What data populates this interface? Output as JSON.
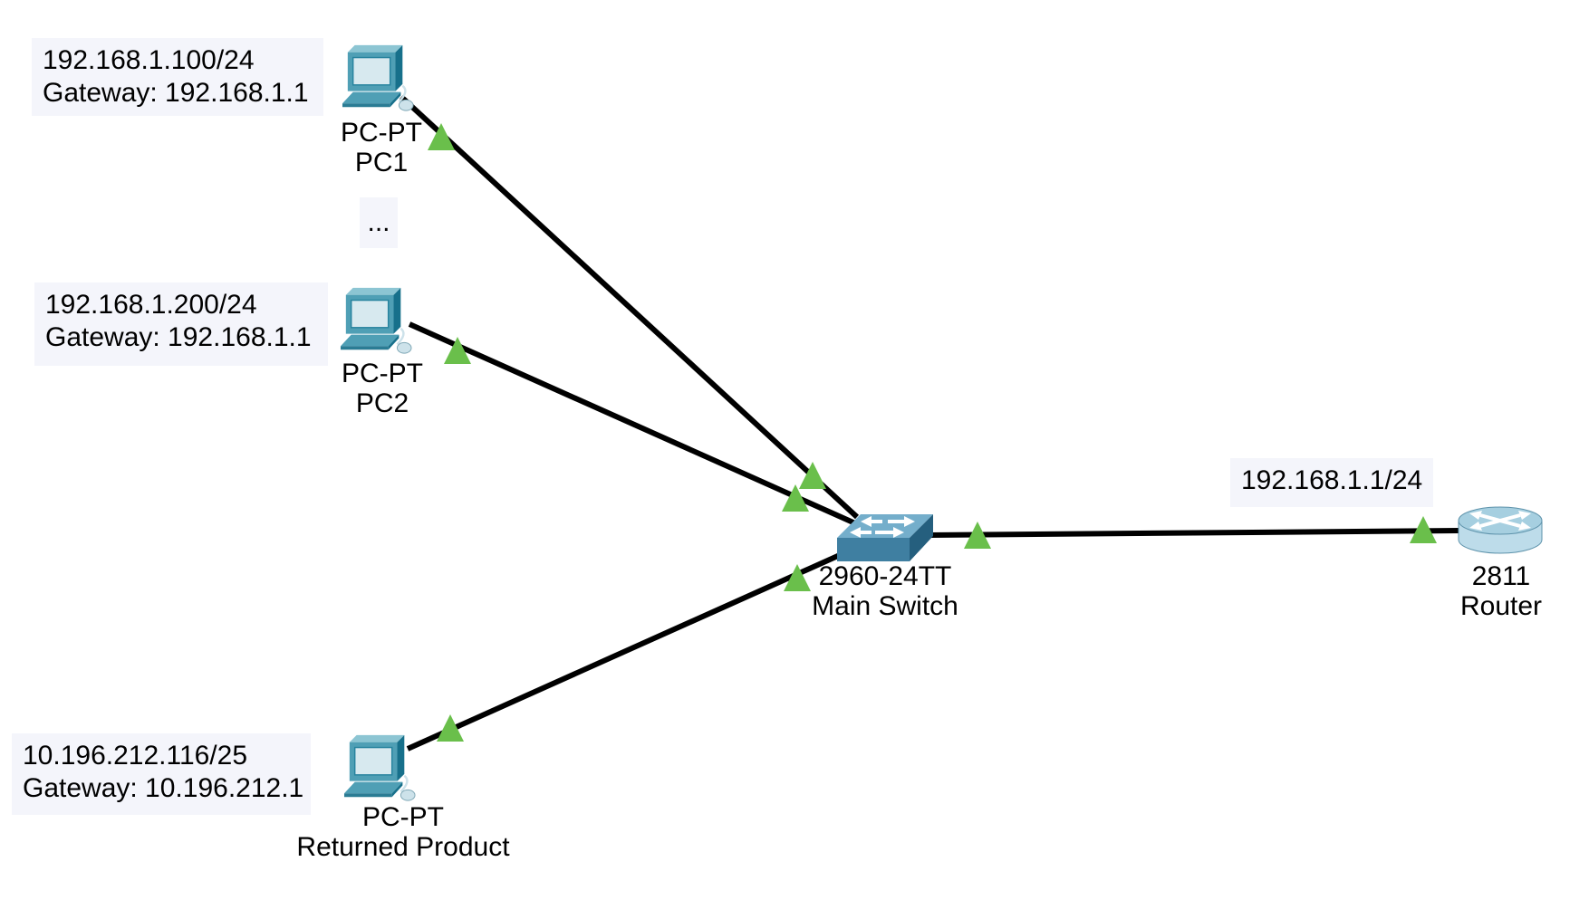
{
  "notes": {
    "pc1": {
      "line1": "192.168.1.100/24",
      "line2": "Gateway: 192.168.1.1"
    },
    "pc2": {
      "line1": "192.168.1.200/24",
      "line2": "Gateway: 192.168.1.1"
    },
    "returned_product": {
      "line1": "10.196.212.116/25",
      "line2": "Gateway: 10.196.212.1"
    },
    "router": {
      "line1": "192.168.1.1/24"
    },
    "ellipsis": "..."
  },
  "devices": {
    "pc1": {
      "model": "PC-PT",
      "name": "PC1"
    },
    "pc2": {
      "model": "PC-PT",
      "name": "PC2"
    },
    "returned_product": {
      "model": "PC-PT",
      "name": "Returned Product"
    },
    "main_switch": {
      "model": "2960-24TT",
      "name": "Main Switch"
    },
    "router": {
      "model": "2811",
      "name": "Router"
    }
  },
  "links": [
    {
      "from": "PC1",
      "to": "Main Switch",
      "status": "up"
    },
    {
      "from": "PC2",
      "to": "Main Switch",
      "status": "up"
    },
    {
      "from": "Returned Product",
      "to": "Main Switch",
      "status": "up"
    },
    {
      "from": "Main Switch",
      "to": "Router",
      "status": "up"
    }
  ],
  "colors": {
    "link": "#000000",
    "status_up": "#6abf4b",
    "note_bg": "#f4f5fb",
    "canvas_bg": "#ffffff",
    "text": "#000000"
  }
}
